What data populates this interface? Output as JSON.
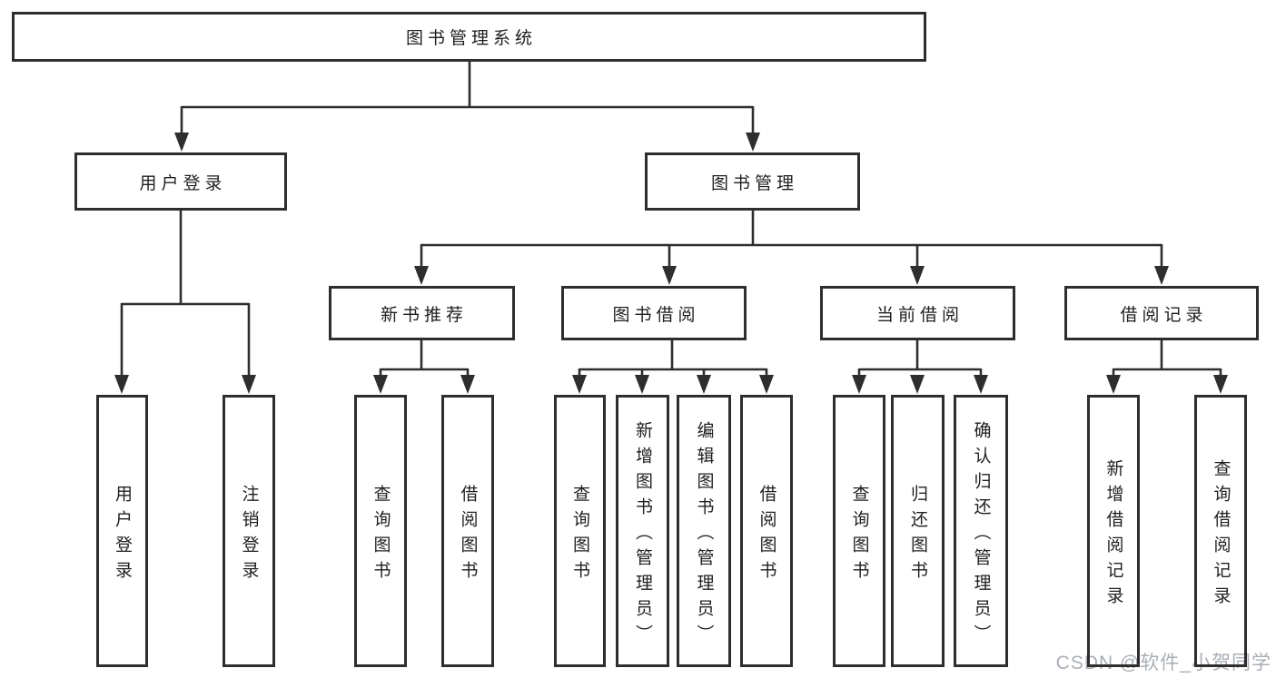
{
  "diagram": {
    "root": {
      "label": "图书管理系统"
    },
    "children": [
      {
        "label": "用户登录",
        "children": [
          {
            "label": "用户登录"
          },
          {
            "label": "注销登录"
          }
        ]
      },
      {
        "label": "图书管理",
        "children": [
          {
            "label": "新书推荐",
            "children": [
              {
                "label": "查询图书"
              },
              {
                "label": "借阅图书"
              }
            ]
          },
          {
            "label": "图书借阅",
            "children": [
              {
                "label": "查询图书"
              },
              {
                "label": "新增图书（管理员）"
              },
              {
                "label": "编辑图书（管理员）"
              },
              {
                "label": "借阅图书"
              }
            ]
          },
          {
            "label": "当前借阅",
            "children": [
              {
                "label": "查询图书"
              },
              {
                "label": "归还图书"
              },
              {
                "label": "确认归还（管理员）"
              }
            ]
          },
          {
            "label": "借阅记录",
            "children": [
              {
                "label": "新增借阅记录"
              },
              {
                "label": "查询借阅记录"
              }
            ]
          }
        ]
      }
    ]
  },
  "watermark": {
    "text": "CSDN @软件_小贺同学"
  },
  "colors": {
    "line": "#2e2e2e",
    "box_border": "#2e2e2e",
    "text": "#1f1f1f",
    "watermark": "#a9aeb5",
    "background": "#ffffff"
  }
}
